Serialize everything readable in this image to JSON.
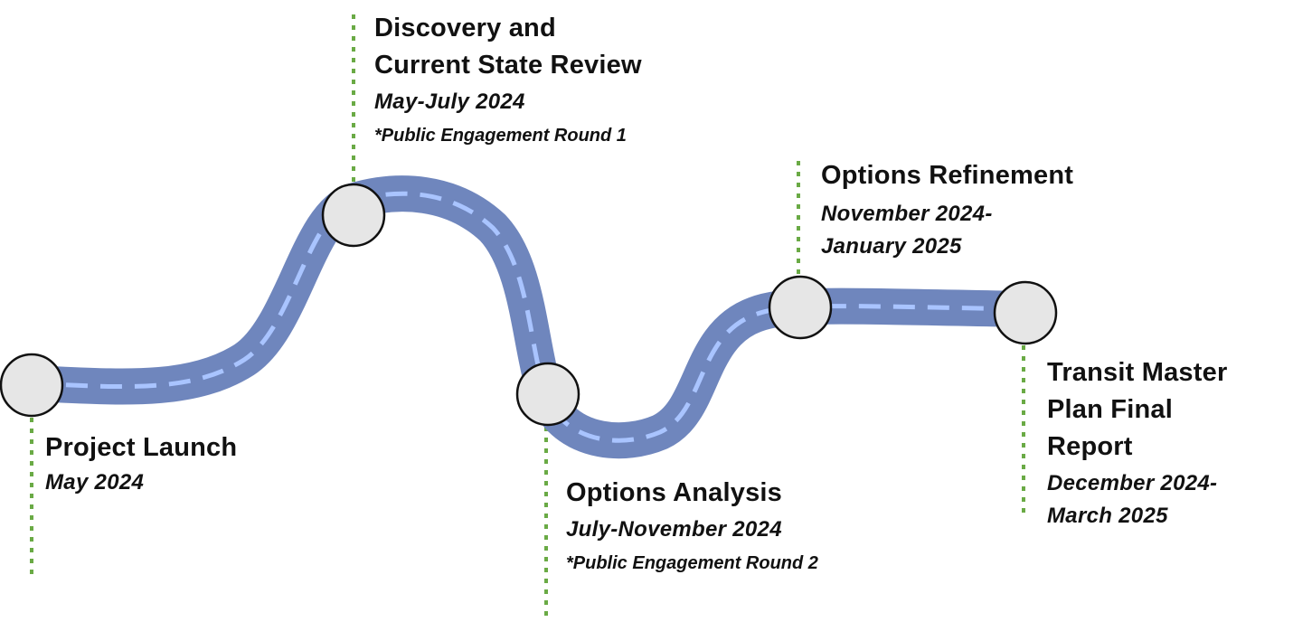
{
  "colors": {
    "road": "#6f86bd",
    "road_dash": "#a9c4ff",
    "milestone_fill": "#e6e6e6",
    "milestone_stroke": "#111111",
    "guide_line": "#6aaa45"
  },
  "milestones": [
    {
      "id": "project-launch",
      "title_lines": [
        "Project Launch"
      ],
      "date_lines": [
        "May 2024"
      ],
      "note": ""
    },
    {
      "id": "discovery",
      "title_lines": [
        "Discovery and",
        "Current State Review"
      ],
      "date_lines": [
        "May-July 2024"
      ],
      "note": "*Public Engagement Round 1"
    },
    {
      "id": "options-analysis",
      "title_lines": [
        "Options Analysis"
      ],
      "date_lines": [
        "July-November 2024"
      ],
      "note": "*Public Engagement Round 2"
    },
    {
      "id": "options-refinement",
      "title_lines": [
        "Options Refinement"
      ],
      "date_lines": [
        "November 2024-",
        "January 2025"
      ],
      "note": ""
    },
    {
      "id": "final-report",
      "title_lines": [
        "Transit Master",
        "Plan Final",
        "Report"
      ],
      "date_lines": [
        "December 2024-",
        "March 2025"
      ],
      "note": ""
    }
  ]
}
